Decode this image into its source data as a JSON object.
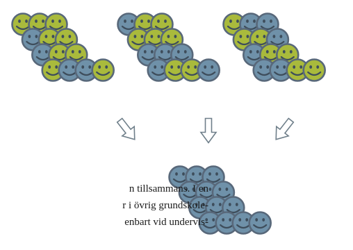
{
  "figure": {
    "colors": {
      "green": "#a9ba3c",
      "blue": "#6f91a9",
      "stroke": "#58687a",
      "feature": "#3e4d5b",
      "arrow_stroke": "#6f7f8a"
    },
    "groups": [
      {
        "name": "group-left",
        "faces": [
          "green",
          "green",
          "green",
          "blue",
          "green",
          "green",
          "blue",
          "green",
          "green",
          "green",
          "blue",
          "blue",
          "green"
        ]
      },
      {
        "name": "group-middle",
        "faces": [
          "blue",
          "green",
          "green",
          "green",
          "green",
          "green",
          "blue",
          "blue",
          "blue",
          "blue",
          "green",
          "green",
          "blue"
        ]
      },
      {
        "name": "group-right",
        "faces": [
          "green",
          "blue",
          "blue",
          "green",
          "green",
          "blue",
          "blue",
          "green",
          "green",
          "blue",
          "blue",
          "green",
          "green"
        ]
      },
      {
        "name": "group-result",
        "faces": [
          "blue",
          "blue",
          "blue",
          "blue",
          "blue",
          "blue",
          "blue",
          "blue",
          "blue",
          "blue",
          "blue",
          "blue",
          "blue"
        ]
      }
    ],
    "arrows": [
      "arrow-down-right",
      "arrow-down",
      "arrow-down-left"
    ]
  },
  "body_text": {
    "lines": [
      "n tillsammans. I en",
      "r i övrig grundskole-",
      " enbart vid undervis-"
    ]
  }
}
